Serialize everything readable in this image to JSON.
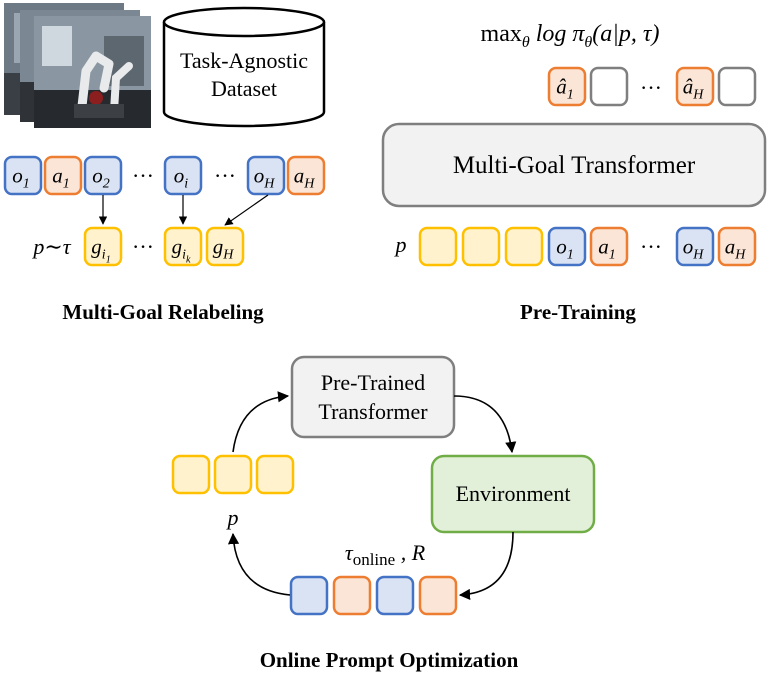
{
  "dataset": {
    "line1": "Task-Agnostic",
    "line2": "Dataset"
  },
  "relabel": {
    "top_tokens": [
      {
        "type": "obs",
        "label": "o",
        "sub": "1"
      },
      {
        "type": "act",
        "label": "a",
        "sub": "1"
      },
      {
        "type": "obs",
        "label": "o",
        "sub": "2"
      },
      {
        "type": "obs",
        "label": "o",
        "sub": "i"
      },
      {
        "type": "obs",
        "label": "o",
        "sub": "H"
      },
      {
        "type": "act",
        "label": "a",
        "sub": "H"
      }
    ],
    "ellipsis": "···",
    "prompt_label": "p∼τ",
    "goal_tokens": [
      {
        "label": "g",
        "sub": "i",
        "subsub": "1"
      },
      {
        "label": "g",
        "sub": "i",
        "subsub": "k"
      },
      {
        "label": "g",
        "sub": "H",
        "subsub": ""
      }
    ],
    "caption": "Multi-Goal Relabeling"
  },
  "pretrain": {
    "objective": "max",
    "objective_sub": "θ",
    "objective_rest": " log π",
    "objective_rest_sub": "θ",
    "objective_args": "(a|p, τ)",
    "pred_tokens": [
      {
        "type": "act_hat",
        "label": "â",
        "sub": "1"
      },
      {
        "type": "empty"
      },
      {
        "type": "act_hat",
        "label": "â",
        "sub": "H"
      },
      {
        "type": "empty"
      }
    ],
    "transformer_label": "Multi-Goal Transformer",
    "prompt_label": "p",
    "input_tokens": [
      {
        "type": "prompt"
      },
      {
        "type": "prompt"
      },
      {
        "type": "prompt"
      },
      {
        "type": "obs",
        "label": "o",
        "sub": "1"
      },
      {
        "type": "act",
        "label": "a",
        "sub": "1"
      },
      {
        "type": "obs",
        "label": "o",
        "sub": "H"
      },
      {
        "type": "act",
        "label": "a",
        "sub": "H"
      }
    ],
    "ellipsis": "···",
    "caption": "Pre-Training"
  },
  "online": {
    "pretrained_line1": "Pre-Trained",
    "pretrained_line2": "Transformer",
    "environment_label": "Environment",
    "prompt_label": "p",
    "feedback_label": "τ",
    "feedback_sub": "online",
    "feedback_rest": " , R",
    "caption": "Online Prompt Optimization"
  },
  "colors": {
    "obs_fill": "#dae3f3",
    "obs_stroke": "#4472c4",
    "act_fill": "#fbe5d6",
    "act_stroke": "#ed7d31",
    "prompt_fill": "#fff2cc",
    "prompt_stroke": "#ffc000",
    "empty_stroke": "#7f7f7f",
    "transformer_fill": "#f2f2f2",
    "transformer_stroke": "#7f7f7f",
    "env_fill": "#e2f0d9",
    "env_stroke": "#70ad47"
  }
}
